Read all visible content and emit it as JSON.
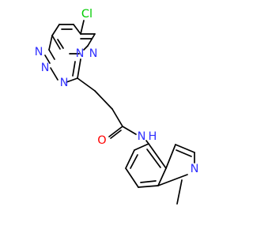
{
  "molecule": {
    "atoms": {
      "chlorine": {
        "text": "Cl",
        "color": "#00cc00"
      },
      "pyridazine_n_a": {
        "text": "N",
        "color": "#3333ff"
      },
      "pyridazine_n_b": {
        "text": "N",
        "color": "#3333ff"
      },
      "triazole_n_top": {
        "text": "N",
        "color": "#3333ff"
      },
      "triazole_n_left": {
        "text": "N",
        "color": "#3333ff"
      },
      "triazole_n_bottom": {
        "text": "N",
        "color": "#3333ff"
      },
      "amide_oxygen": {
        "text": "O",
        "color": "#ff0000"
      },
      "amide_n": {
        "text": "N",
        "color": "#3333ff"
      },
      "amide_h": {
        "text": "H",
        "color": "#3333ff"
      },
      "indole_n": {
        "text": "N",
        "color": "#3333ff"
      }
    }
  }
}
